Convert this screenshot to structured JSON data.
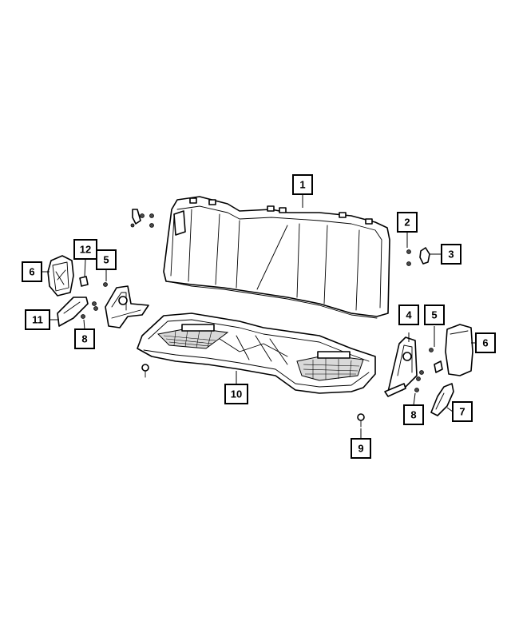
{
  "callouts": [
    {
      "id": "1",
      "label": "1"
    },
    {
      "id": "2",
      "label": "2"
    },
    {
      "id": "3",
      "label": "3"
    },
    {
      "id": "4",
      "label": "4"
    },
    {
      "id": "5-right",
      "label": "5"
    },
    {
      "id": "6-right",
      "label": "6"
    },
    {
      "id": "7",
      "label": "7"
    },
    {
      "id": "8-right",
      "label": "8"
    },
    {
      "id": "9",
      "label": "9"
    },
    {
      "id": "10",
      "label": "10"
    },
    {
      "id": "11",
      "label": "11"
    },
    {
      "id": "12",
      "label": "12"
    },
    {
      "id": "5-left",
      "label": "5"
    },
    {
      "id": "6-left",
      "label": "6"
    },
    {
      "id": "8-left",
      "label": "8"
    }
  ]
}
